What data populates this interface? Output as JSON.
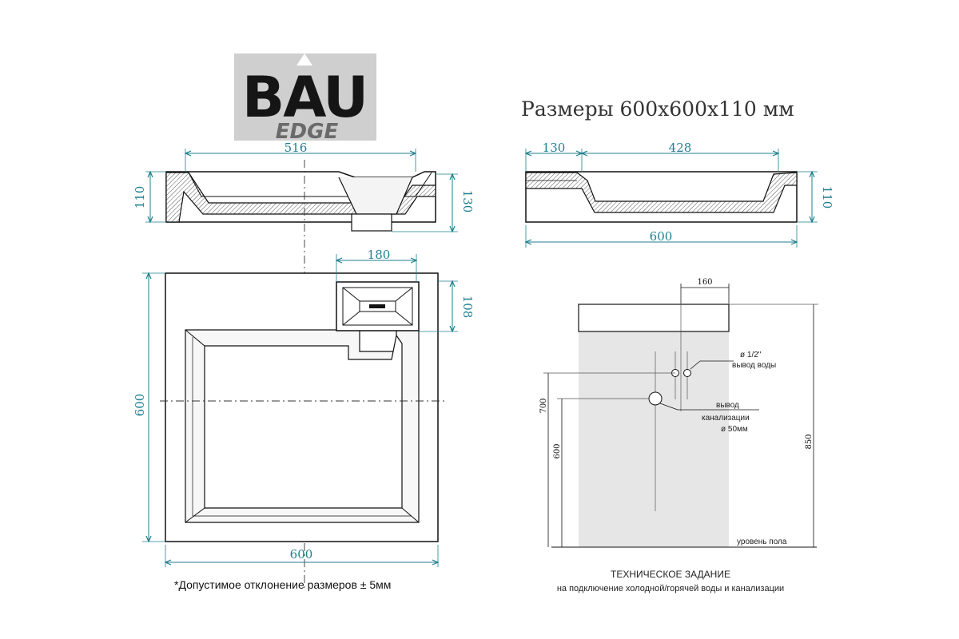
{
  "logo": {
    "text": "BAU",
    "sub": "EDGE"
  },
  "title": "Размеры 600x600x110 мм",
  "side_view": {
    "width": "516",
    "height_left": "110",
    "height_right": "130"
  },
  "front_view": {
    "offset": "130",
    "inner": "428",
    "total": "600",
    "height": "110"
  },
  "top_view": {
    "soap_width": "180",
    "soap_depth": "108",
    "depth": "600",
    "width": "600"
  },
  "install": {
    "offset": "160",
    "water_dia": "ø 1/2\"",
    "water_label": "вывод воды",
    "drain_label_1": "вывод",
    "drain_label_2": "канализации",
    "drain_dia": "ø 50мм",
    "h700": "700",
    "h600": "600",
    "h850": "850",
    "floor": "уровень пола"
  },
  "tolerance_note": "*Допустимое отклонение размеров ± 5мм",
  "spec": {
    "title": "ТЕХНИЧЕСКОЕ ЗАДАНИЕ",
    "subtitle": "на подключение холодной/горячей воды и канализации"
  },
  "colors": {
    "dimension": "#1f7f8f",
    "line": "#111111",
    "wall": "#e6e6e6",
    "logo_bg": "#cfcfcf"
  }
}
